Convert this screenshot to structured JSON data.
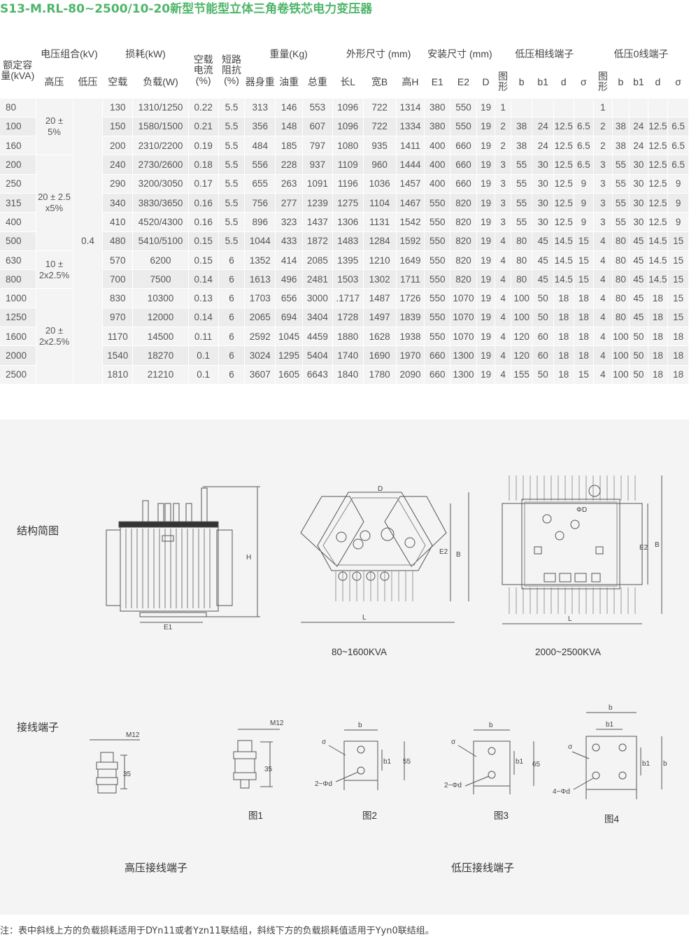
{
  "title": "S13-M.RL-80~2500/10-20新型节能型立体三角卷铁芯电力变压器",
  "headers": {
    "rated": "额定容量(kVA)",
    "voltage": "电压组合(kV)",
    "loss": "损耗(kW)",
    "noload_current": "空载电流(%)",
    "impedance": "短路阻抗(%)",
    "weight": "重量(Kg)",
    "dims": "外形尺寸 (mm)",
    "install": "安装尺寸 (mm)",
    "lv_phase": "低压相线端子",
    "lv_zero": "低压0线端子",
    "hv": "高压",
    "lv": "低压",
    "noload": "空载",
    "load": "负载(W)",
    "body_w": "器身重",
    "oil_w": "油重",
    "total_w": "总重",
    "len": "长L",
    "wid": "宽B",
    "hei": "高H",
    "e1": "E1",
    "e2": "E2",
    "d": "D",
    "fig": "图形",
    "b": "b",
    "b1": "b1",
    "dd": "d",
    "sigma": "σ"
  },
  "hv_groups": [
    "20 ±\n5%",
    "20 ± 2.5\nx5%",
    "10 ±\n2x2.5%",
    "20 ±\n2x2.5%"
  ],
  "lv_value": "0.4",
  "rows": [
    [
      "80",
      "130",
      "1310/1250",
      "0.22",
      "5.5",
      "313",
      "146",
      "553",
      "1096",
      "722",
      "1314",
      "380",
      "550",
      "19",
      "1",
      "",
      "",
      "",
      "",
      "1",
      "",
      "",
      "",
      ""
    ],
    [
      "100",
      "150",
      "1580/1500",
      "0.21",
      "5.5",
      "356",
      "148",
      "607",
      "1096",
      "722",
      "1334",
      "380",
      "550",
      "19",
      "2",
      "38",
      "24",
      "12.5",
      "6.5",
      "2",
      "38",
      "24",
      "12.5",
      "6.5"
    ],
    [
      "160",
      "200",
      "2310/2200",
      "0.19",
      "5.5",
      "484",
      "185",
      "797",
      "1080",
      "935",
      "1411",
      "400",
      "660",
      "19",
      "2",
      "38",
      "24",
      "12.5",
      "6.5",
      "2",
      "38",
      "24",
      "12.5",
      "6.5"
    ],
    [
      "200",
      "240",
      "2730/2600",
      "0.18",
      "5.5",
      "556",
      "228",
      "937",
      "1109",
      "960",
      "1444",
      "400",
      "660",
      "19",
      "3",
      "55",
      "30",
      "12.5",
      "6.5",
      "3",
      "55",
      "30",
      "12.5",
      "6.5"
    ],
    [
      "250",
      "290",
      "3200/3050",
      "0.17",
      "5.5",
      "655",
      "263",
      "1091",
      "1196",
      "1036",
      "1457",
      "400",
      "660",
      "19",
      "3",
      "55",
      "30",
      "12.5",
      "9",
      "3",
      "55",
      "30",
      "12.5",
      "9"
    ],
    [
      "315",
      "340",
      "3830/3650",
      "0.16",
      "5.5",
      "756",
      "277",
      "1239",
      "1275",
      "1104",
      "1467",
      "550",
      "820",
      "19",
      "3",
      "55",
      "30",
      "12.5",
      "9",
      "3",
      "55",
      "30",
      "12.5",
      "9"
    ],
    [
      "400",
      "410",
      "4520/4300",
      "0.16",
      "5.5",
      "896",
      "323",
      "1437",
      "1306",
      "1131",
      "1542",
      "550",
      "820",
      "19",
      "3",
      "55",
      "30",
      "12.5",
      "9",
      "3",
      "55",
      "30",
      "12.5",
      "9"
    ],
    [
      "500",
      "480",
      "5410/5100",
      "0.15",
      "5.5",
      "1044",
      "433",
      "1872",
      "1483",
      "1284",
      "1592",
      "550",
      "820",
      "19",
      "4",
      "80",
      "45",
      "14.5",
      "15",
      "4",
      "80",
      "45",
      "14.5",
      "15"
    ],
    [
      "630",
      "570",
      "6200",
      "0.15",
      "6",
      "1352",
      "414",
      "2085",
      "1395",
      "1210",
      "1649",
      "550",
      "820",
      "19",
      "4",
      "80",
      "45",
      "14.5",
      "15",
      "4",
      "80",
      "45",
      "14.5",
      "15"
    ],
    [
      "800",
      "700",
      "7500",
      "0.14",
      "6",
      "1613",
      "496",
      "2481",
      "1503",
      "1302",
      "1711",
      "550",
      "820",
      "19",
      "4",
      "80",
      "45",
      "14.5",
      "15",
      "4",
      "80",
      "45",
      "14.5",
      "15"
    ],
    [
      "1000",
      "830",
      "10300",
      "0.13",
      "6",
      "1703",
      "656",
      "3000",
      ".1717",
      "1487",
      "1726",
      "550",
      "1070",
      "19",
      "4",
      "100",
      "50",
      "18",
      "18",
      "4",
      "80",
      "45",
      "18",
      "15"
    ],
    [
      "1250",
      "970",
      "12000",
      "0.14",
      "6",
      "2065",
      "694",
      "3404",
      "1728",
      "1497",
      "1839",
      "550",
      "1070",
      "19",
      "4",
      "100",
      "50",
      "18",
      "18",
      "4",
      "80",
      "45",
      "18",
      "15"
    ],
    [
      "1600",
      "1170",
      "14500",
      "0.11",
      "6",
      "2592",
      "1045",
      "4459",
      "1880",
      "1628",
      "1938",
      "550",
      "1070",
      "19",
      "4",
      "120",
      "60",
      "18",
      "18",
      "4",
      "100",
      "50",
      "18",
      "18"
    ],
    [
      "2000",
      "1540",
      "18270",
      "0.1",
      "6",
      "3024",
      "1295",
      "5404",
      "1740",
      "1690",
      "1970",
      "660",
      "1300",
      "19",
      "4",
      "120",
      "60",
      "18",
      "18",
      "4",
      "100",
      "50",
      "18",
      "18"
    ],
    [
      "2500",
      "1810",
      "21210",
      "0.1",
      "6",
      "3607",
      "1605",
      "6643",
      "1840",
      "1780",
      "2090",
      "660",
      "1300",
      "19",
      "4",
      "155",
      "50",
      "18",
      "15",
      "4",
      "100",
      "50",
      "18",
      "18"
    ]
  ],
  "figures": {
    "structure_label": "结构简图",
    "terminal_label": "接线端子",
    "cap_small": "80~1600KVA",
    "cap_large": "2000~2500KVA",
    "fig1": "图1",
    "fig2": "图2",
    "fig3": "图3",
    "fig4": "图4",
    "hv_terminal": "高压接线端子",
    "lv_terminal": "低压接线端子",
    "dim_H": "H",
    "dim_E1": "E1",
    "dim_D": "D",
    "dim_E2": "E2",
    "dim_B": "B",
    "dim_L": "L",
    "dim_phiD": "ΦD",
    "m12": "M12",
    "n35": "35",
    "n55": "55",
    "n65": "65",
    "dim_b": "b",
    "dim_b1": "b1",
    "sigma": "σ",
    "two_phid": "2−Φd",
    "four_phid": "4−Φd"
  },
  "note": "注：表中斜线上方的负载损耗适用于DYn11或者Yzn11联结组，斜线下方的负载损耗值适用于Yyn0联结组。"
}
